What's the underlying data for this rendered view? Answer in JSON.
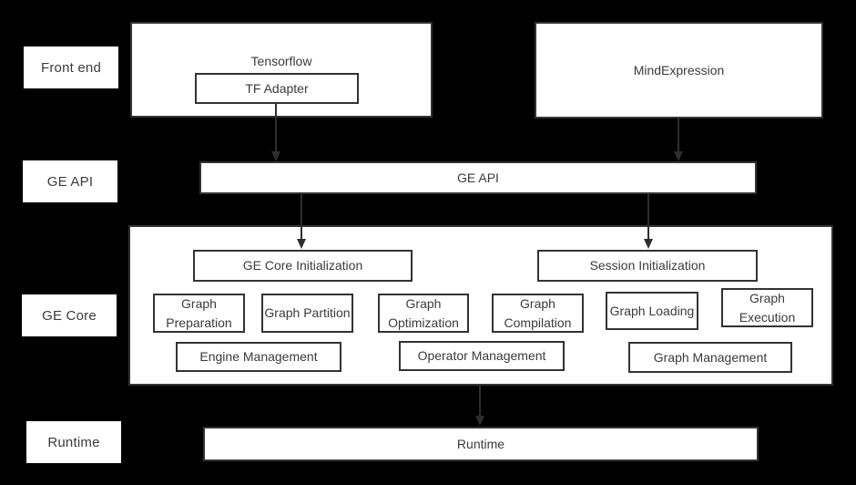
{
  "diagram": {
    "background_color": "#000000",
    "box_fill_color": "#ffffff",
    "border_color": "#333333",
    "text_color": "#3b3b3b",
    "arrow_color": "#2e2e2e"
  },
  "side_labels": {
    "front_end": "Front end",
    "ge_api": "GE API",
    "ge_core": "GE Core",
    "runtime": "Runtime"
  },
  "nodes": {
    "tensorflow": "Tensorflow",
    "tf_adapter": "TF Adapter",
    "mind_expression": "MindExpression",
    "ge_api_bar": "GE API",
    "ge_core_initialization": "GE Core Initialization",
    "session_initialization": "Session Initialization",
    "graph_preparation": "Graph Preparation",
    "graph_partition": "Graph Partition",
    "graph_optimization": "Graph Optimization",
    "graph_compilation": "Graph Compilation",
    "graph_loading": "Graph Loading",
    "graph_execution": "Graph Execution",
    "engine_management": "Engine Management",
    "operator_management": "Operator Management",
    "graph_management": "Graph Management",
    "runtime_bar": "Runtime"
  },
  "arrows": [
    {
      "from": "tf_adapter",
      "to": "ge_api_bar"
    },
    {
      "from": "mind_expression",
      "to": "ge_api_bar"
    },
    {
      "from": "ge_api_bar",
      "to": "ge_core_initialization"
    },
    {
      "from": "ge_api_bar",
      "to": "session_initialization"
    },
    {
      "from": "ge_core",
      "to": "runtime_bar"
    }
  ]
}
